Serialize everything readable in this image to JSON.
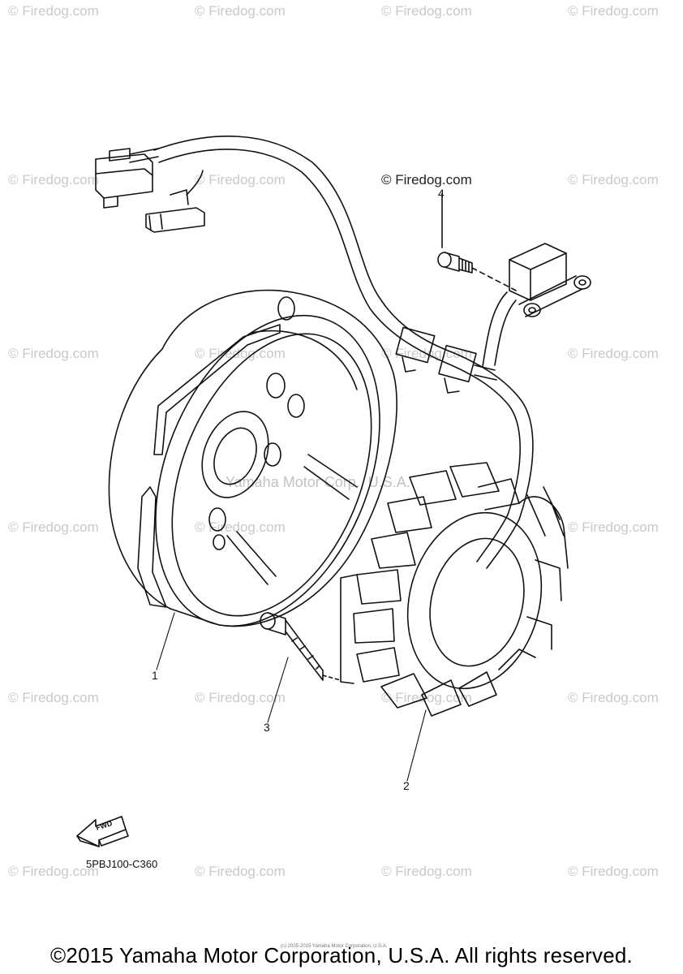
{
  "watermarks": [
    "© Firedog.com",
    "© Firedog.com",
    "© Firedog.com",
    "© Firedog.com",
    "© Firedog.com",
    "© Firedog.com",
    "© Firedog.com",
    "© Firedog.com",
    "© Firedog.com",
    "© Firedog.com",
    "© Firedog.com",
    "© Firedog.com",
    "© Firedog.com",
    "© Firedog.com",
    "© Firedog.com",
    "© Firedog.com",
    "© Firedog.com",
    "© Firedog.com",
    "© Firedog.com",
    "© Firedog.com",
    "© Firedog.com",
    "© Firedog.com"
  ],
  "firedog_label": "© Firedog.com",
  "center_watermark": "Yamaha Motor Corp., U.S.A.",
  "callouts": {
    "c1": "1",
    "c2": "2",
    "c3": "3",
    "c4": "4"
  },
  "fwd_label": "FWD",
  "diagram_code": "5PBJ100-C360",
  "tiny_notice": "(c) 2005-2015 Yamaha Motor Corporation, U.S.A.",
  "copyright": "©2015 Yamaha Motor Corporation, U.S.A. All rights reserved.",
  "colors": {
    "line": "#111111",
    "watermark": "#c9c9c9"
  }
}
